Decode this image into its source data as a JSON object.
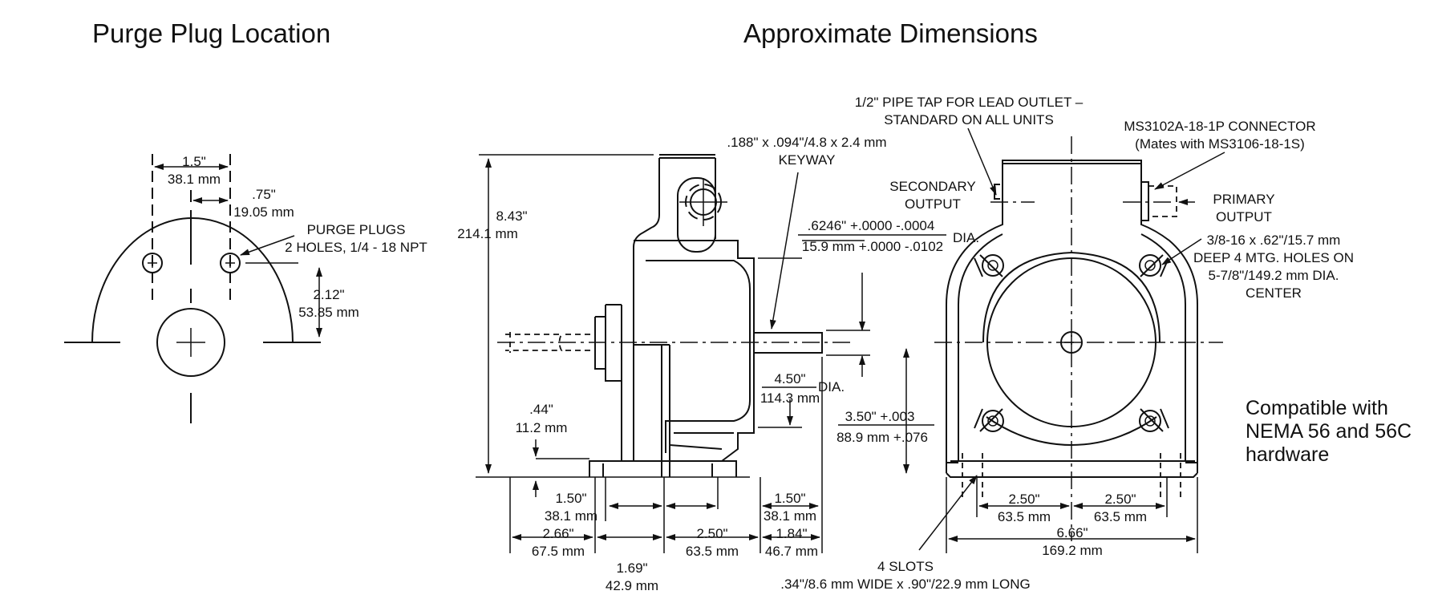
{
  "titles": {
    "purge": "Purge Plug Location",
    "dims": "Approximate Dimensions"
  },
  "purge_view": {
    "width_in": "1.5\"",
    "width_mm": "38.1 mm",
    "offset_in": ".75\"",
    "offset_mm": "19.05 mm",
    "plugs_line1": "PURGE PLUGS",
    "plugs_line2": "2 HOLES, 1/4 - 18 NPT",
    "height_in": "2.12\"",
    "height_mm": "53.85 mm"
  },
  "side_view": {
    "height_in": "8.43\"",
    "height_mm": "214.1 mm",
    "keyway_line1": ".188\" x .094\"/4.8 x 2.4 mm",
    "keyway_line2": "KEYWAY",
    "shaft_dia_line1": ".6246\" +.0000 -.0004",
    "shaft_dia_line2": "15.9 mm +.0000 -.0102",
    "dia_suffix": "DIA.",
    "pilot_in": "4.50\"",
    "pilot_mm": "114.3 mm",
    "pilot_suffix": "DIA.",
    "base_in": ".44\"",
    "base_mm": "11.2 mm",
    "center_in": "3.50\" +.003",
    "center_mm": "88.9 mm +.076",
    "left_150_in": "1.50\"",
    "left_150_mm": "38.1 mm",
    "right_150_in": "1.50\"",
    "right_150_mm": "38.1 mm",
    "d266_in": "2.66\"",
    "d266_mm": "67.5 mm",
    "d250_in": "2.50\"",
    "d250_mm": "63.5 mm",
    "d184_in": "1.84\"",
    "d184_mm": "46.7 mm",
    "d169_in": "1.69\"",
    "d169_mm": "42.9 mm"
  },
  "end_view": {
    "pipe_tap_line1": "1/2\" PIPE TAP FOR LEAD OUTLET –",
    "pipe_tap_line2": "STANDARD ON ALL UNITS",
    "connector_line1": "MS3102A-18-1P CONNECTOR",
    "connector_line2": "(Mates with MS3106-18-1S)",
    "secondary_line1": "SECONDARY",
    "secondary_line2": "OUTPUT",
    "primary_line1": "PRIMARY",
    "primary_line2": "OUTPUT",
    "holes_line1": "3/8-16 x .62\"/15.7 mm",
    "holes_line2": "DEEP 4 MTG. HOLES ON",
    "holes_line3": "5-7/8\"/149.2 mm DIA.",
    "holes_line4": "CENTER",
    "left_250_in": "2.50\"",
    "left_250_mm": "63.5 mm",
    "right_250_in": "2.50\"",
    "right_250_mm": "63.5 mm",
    "total_in": "6.66\"",
    "total_mm": "169.2 mm",
    "slots_line1": "4 SLOTS",
    "slots_line2": ".34\"/8.6 mm WIDE x .90\"/22.9 mm LONG"
  },
  "compat": {
    "line1": "Compatible with",
    "line2": "NEMA 56 and 56C",
    "line3": "hardware"
  }
}
